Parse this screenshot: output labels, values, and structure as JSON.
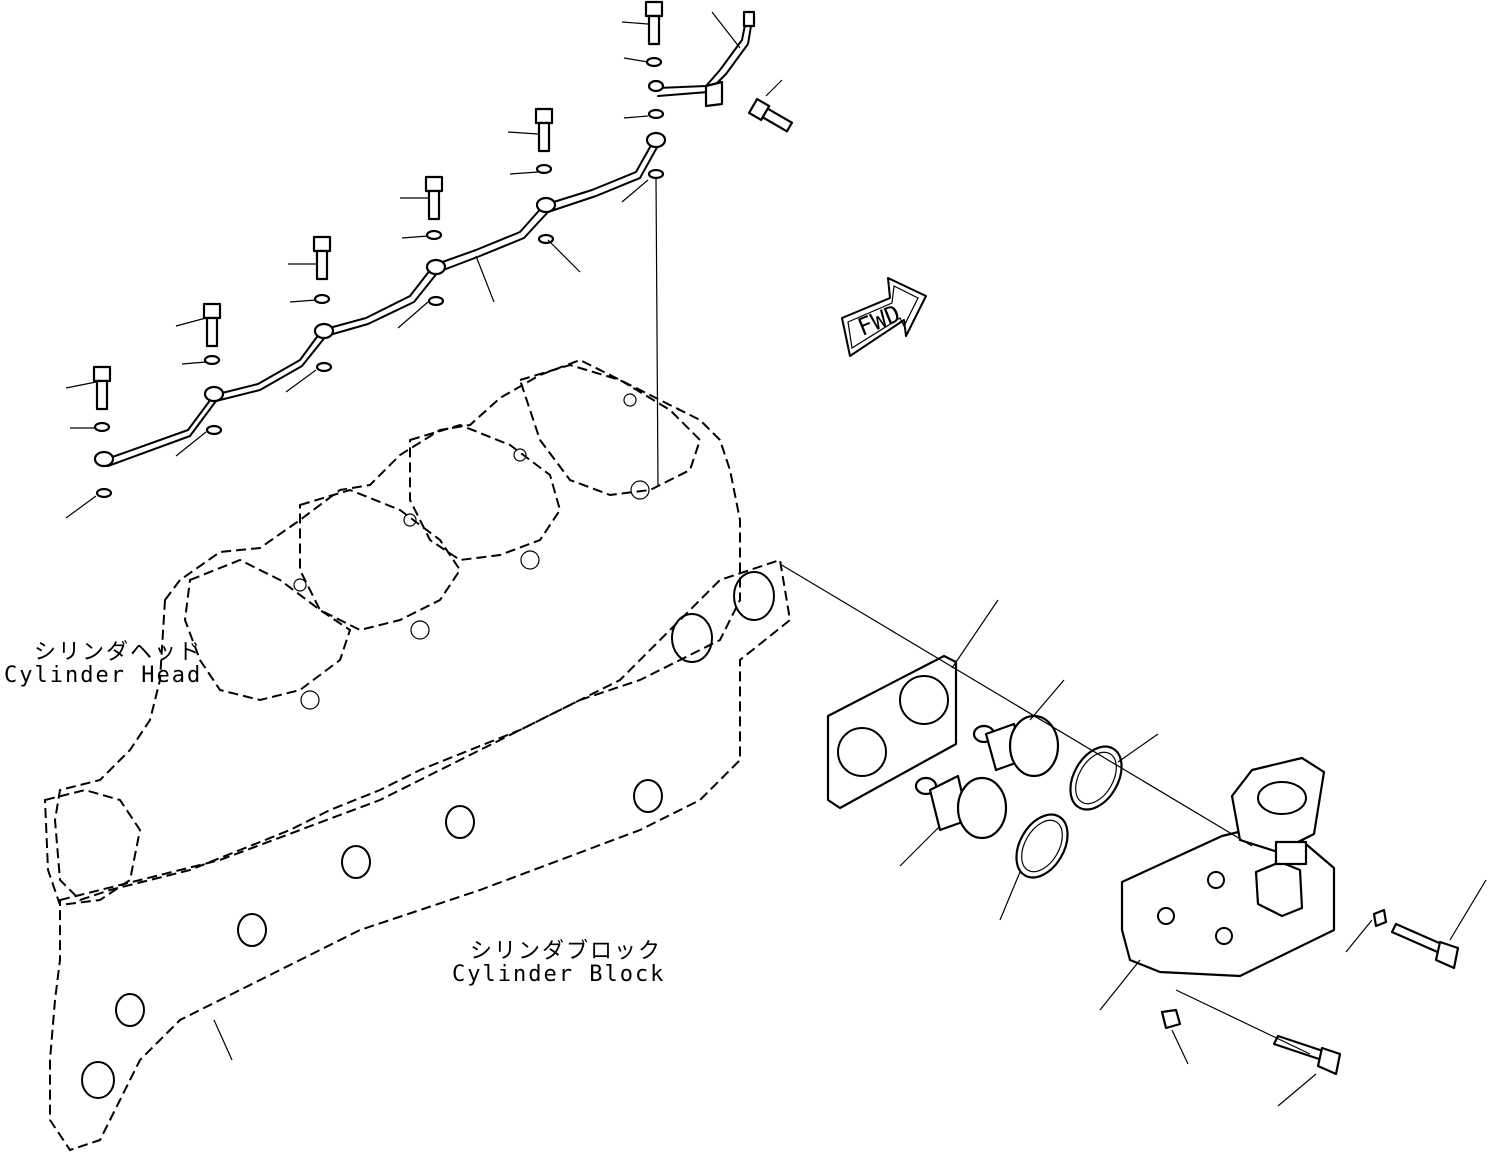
{
  "labels": {
    "cylinder_head_jp": "シリンダヘッド",
    "cylinder_head_en": "Cylinder Head",
    "cylinder_block_jp": "シリンダブロック",
    "cylinder_block_en": "Cylinder Block",
    "fwd_arrow": "FWD"
  }
}
